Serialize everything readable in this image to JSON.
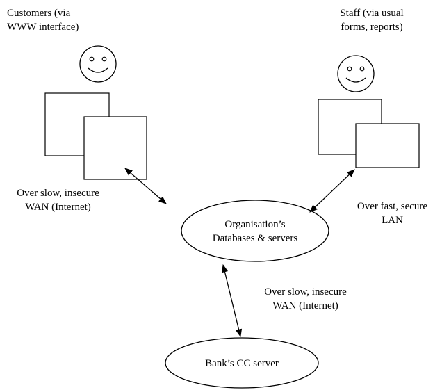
{
  "diagram": {
    "customers_label": [
      "Customers (via",
      "WWW interface)"
    ],
    "staff_label": [
      "Staff (via usual",
      "forms, reports)"
    ],
    "wan_left_label": [
      "Over slow, insecure",
      "WAN (Internet)"
    ],
    "lan_label": [
      "Over fast, secure",
      "LAN"
    ],
    "org_label": [
      "Organisation’s",
      "Databases & servers"
    ],
    "wan_bottom_label": [
      "Over slow, insecure",
      "WAN (Internet)"
    ],
    "bank_label": "Bank’s CC server"
  }
}
